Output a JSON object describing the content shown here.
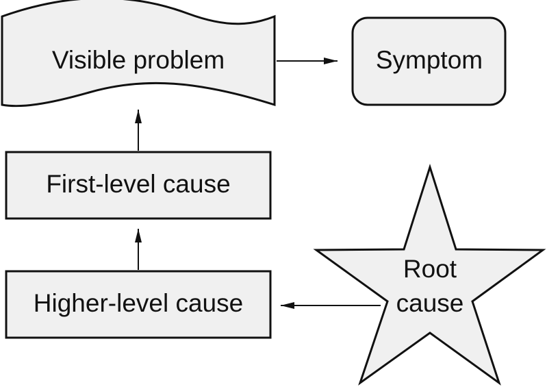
{
  "nodes": {
    "visible_problem": {
      "label": "Visible problem",
      "shape": "wavy-banner"
    },
    "symptom": {
      "label": "Symptom",
      "shape": "rounded-rectangle"
    },
    "first_level_cause": {
      "label": "First-level cause",
      "shape": "rectangle"
    },
    "higher_level_cause": {
      "label": "Higher-level cause",
      "shape": "rectangle"
    },
    "root_cause": {
      "label_line1": "Root",
      "label_line2": "cause",
      "shape": "star"
    }
  },
  "edges": [
    {
      "from": "visible_problem",
      "to": "symptom"
    },
    {
      "from": "first_level_cause",
      "to": "visible_problem"
    },
    {
      "from": "higher_level_cause",
      "to": "first_level_cause"
    },
    {
      "from": "root_cause",
      "to": "higher_level_cause"
    }
  ],
  "colors": {
    "node_fill": "#f0f0f0",
    "stroke": "#111111",
    "background": "#ffffff"
  }
}
